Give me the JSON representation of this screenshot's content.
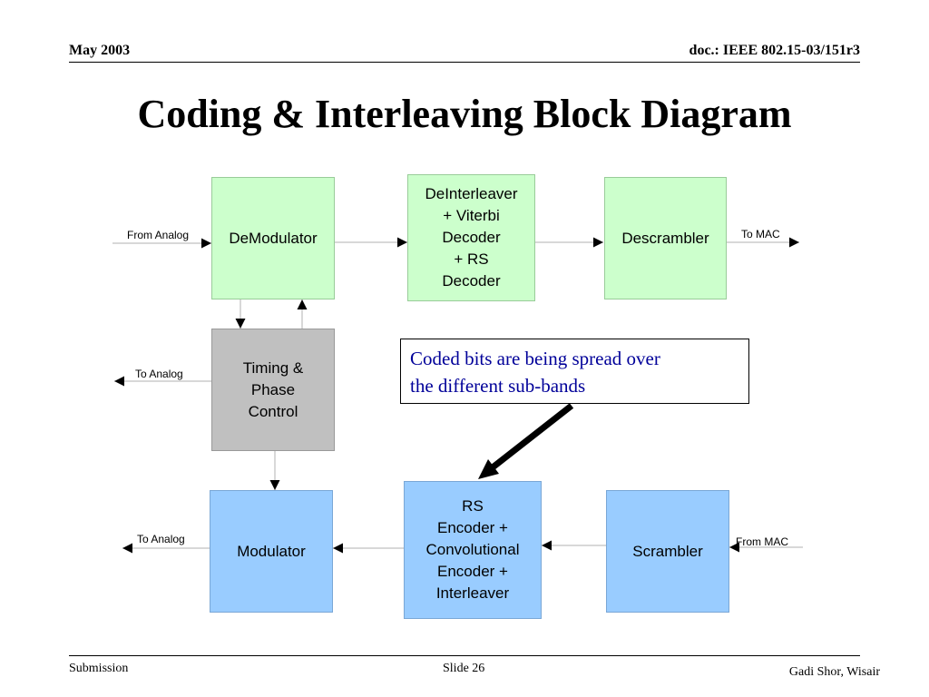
{
  "header": {
    "date": "May 2003",
    "doc_id": "doc.: IEEE 802.15-03/151r3"
  },
  "title": "Coding & Interleaving Block Diagram",
  "blocks": {
    "demodulator": "DeModulator",
    "deinterleaver": "DeInterleaver\n+ Viterbi\nDecoder\n+ RS\nDecoder",
    "descrambler": "Descrambler",
    "timing": "Timing &\nPhase\nControl",
    "modulator": "Modulator",
    "encoder": "RS\nEncoder +\nConvolutional\nEncoder +\nInterleaver",
    "scrambler": "Scrambler"
  },
  "labels": {
    "from_analog": "From Analog",
    "to_mac": "To MAC",
    "to_analog_timing": "To Analog",
    "to_analog_modulator": "To Analog",
    "from_mac": "From MAC"
  },
  "callout": "Coded bits are being spread over\nthe different  sub-bands",
  "footer": {
    "left": "Submission",
    "center": "Slide 26",
    "right": "Gadi Shor, Wisair"
  },
  "colors": {
    "green": "#ccffcc",
    "gray": "#c0c0c0",
    "blue": "#99ccff",
    "callout_text": "#000099"
  }
}
